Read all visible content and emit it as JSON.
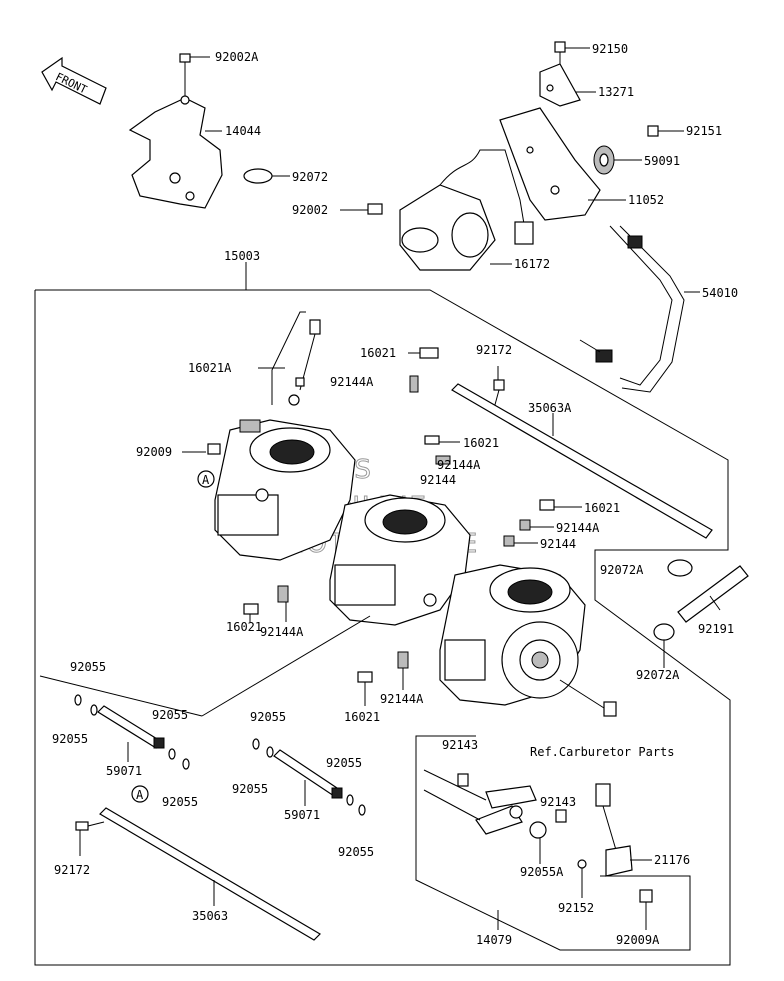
{
  "direction_label": "FRONT",
  "watermark": [
    "MS",
    "ONLINE",
    "MOTORCYCLE"
  ],
  "reference_note": "Ref.Carburetor Parts",
  "callout_letter": "A",
  "parts": {
    "p92002A": "92002A",
    "p14044": "14044",
    "p92072": "92072",
    "p92150": "92150",
    "p13271": "13271",
    "p92151": "92151",
    "p59091": "59091",
    "p11052": "11052",
    "p92002": "92002",
    "p16172": "16172",
    "p15003": "15003",
    "p54010": "54010",
    "p16021A": "16021A",
    "p16021_top": "16021",
    "p92144A_top": "92144A",
    "p92172_top": "92172",
    "p35063A": "35063A",
    "p92009": "92009",
    "p16021_mid": "16021",
    "p92144A_mid": "92144A",
    "p92144_mid": "92144",
    "p16021_right": "16021",
    "p92144A_right": "92144A",
    "p92144_right": "92144",
    "p92072A_top": "92072A",
    "p92191": "92191",
    "p92072A_bottom": "92072A",
    "p92144A_left": "92144A",
    "p16021_left": "16021",
    "p92055_a": "92055",
    "p92055_b": "92055",
    "p92055_c": "92055",
    "p92055_d": "92055",
    "p59071_left": "59071",
    "p92055_e": "92055",
    "p92055_f": "92055",
    "p92055_g": "92055",
    "p59071_mid": "59071",
    "p92055_h": "92055",
    "p16021_bottom": "16021",
    "p92144A_bottom": "92144A",
    "p92143_a": "92143",
    "p92143_b": "92143",
    "p21176": "21176",
    "p92055A": "92055A",
    "p92152": "92152",
    "p92009A": "92009A",
    "p14079": "14079",
    "p92172_bottom": "92172",
    "p35063": "35063"
  }
}
